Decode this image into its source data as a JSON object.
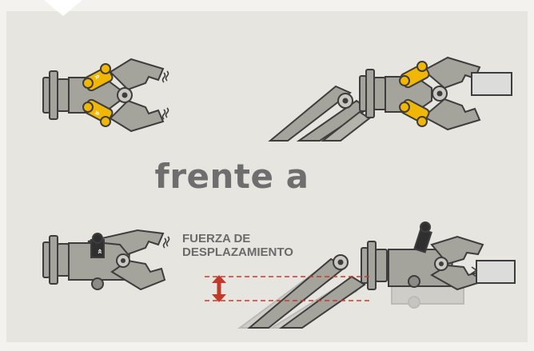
{
  "title": "frente a",
  "annotation": {
    "line1": "FUERZA DE",
    "line2": "DESPLAZAMIENTO"
  },
  "colors": {
    "panel": "#e7e5df",
    "steel": "#a4a39c",
    "outline": "#3d3d3d",
    "cylinder": "#f2b705",
    "arrow": "#c0392b",
    "guide": "#cc3a2b",
    "title": "#6e6e6e"
  }
}
